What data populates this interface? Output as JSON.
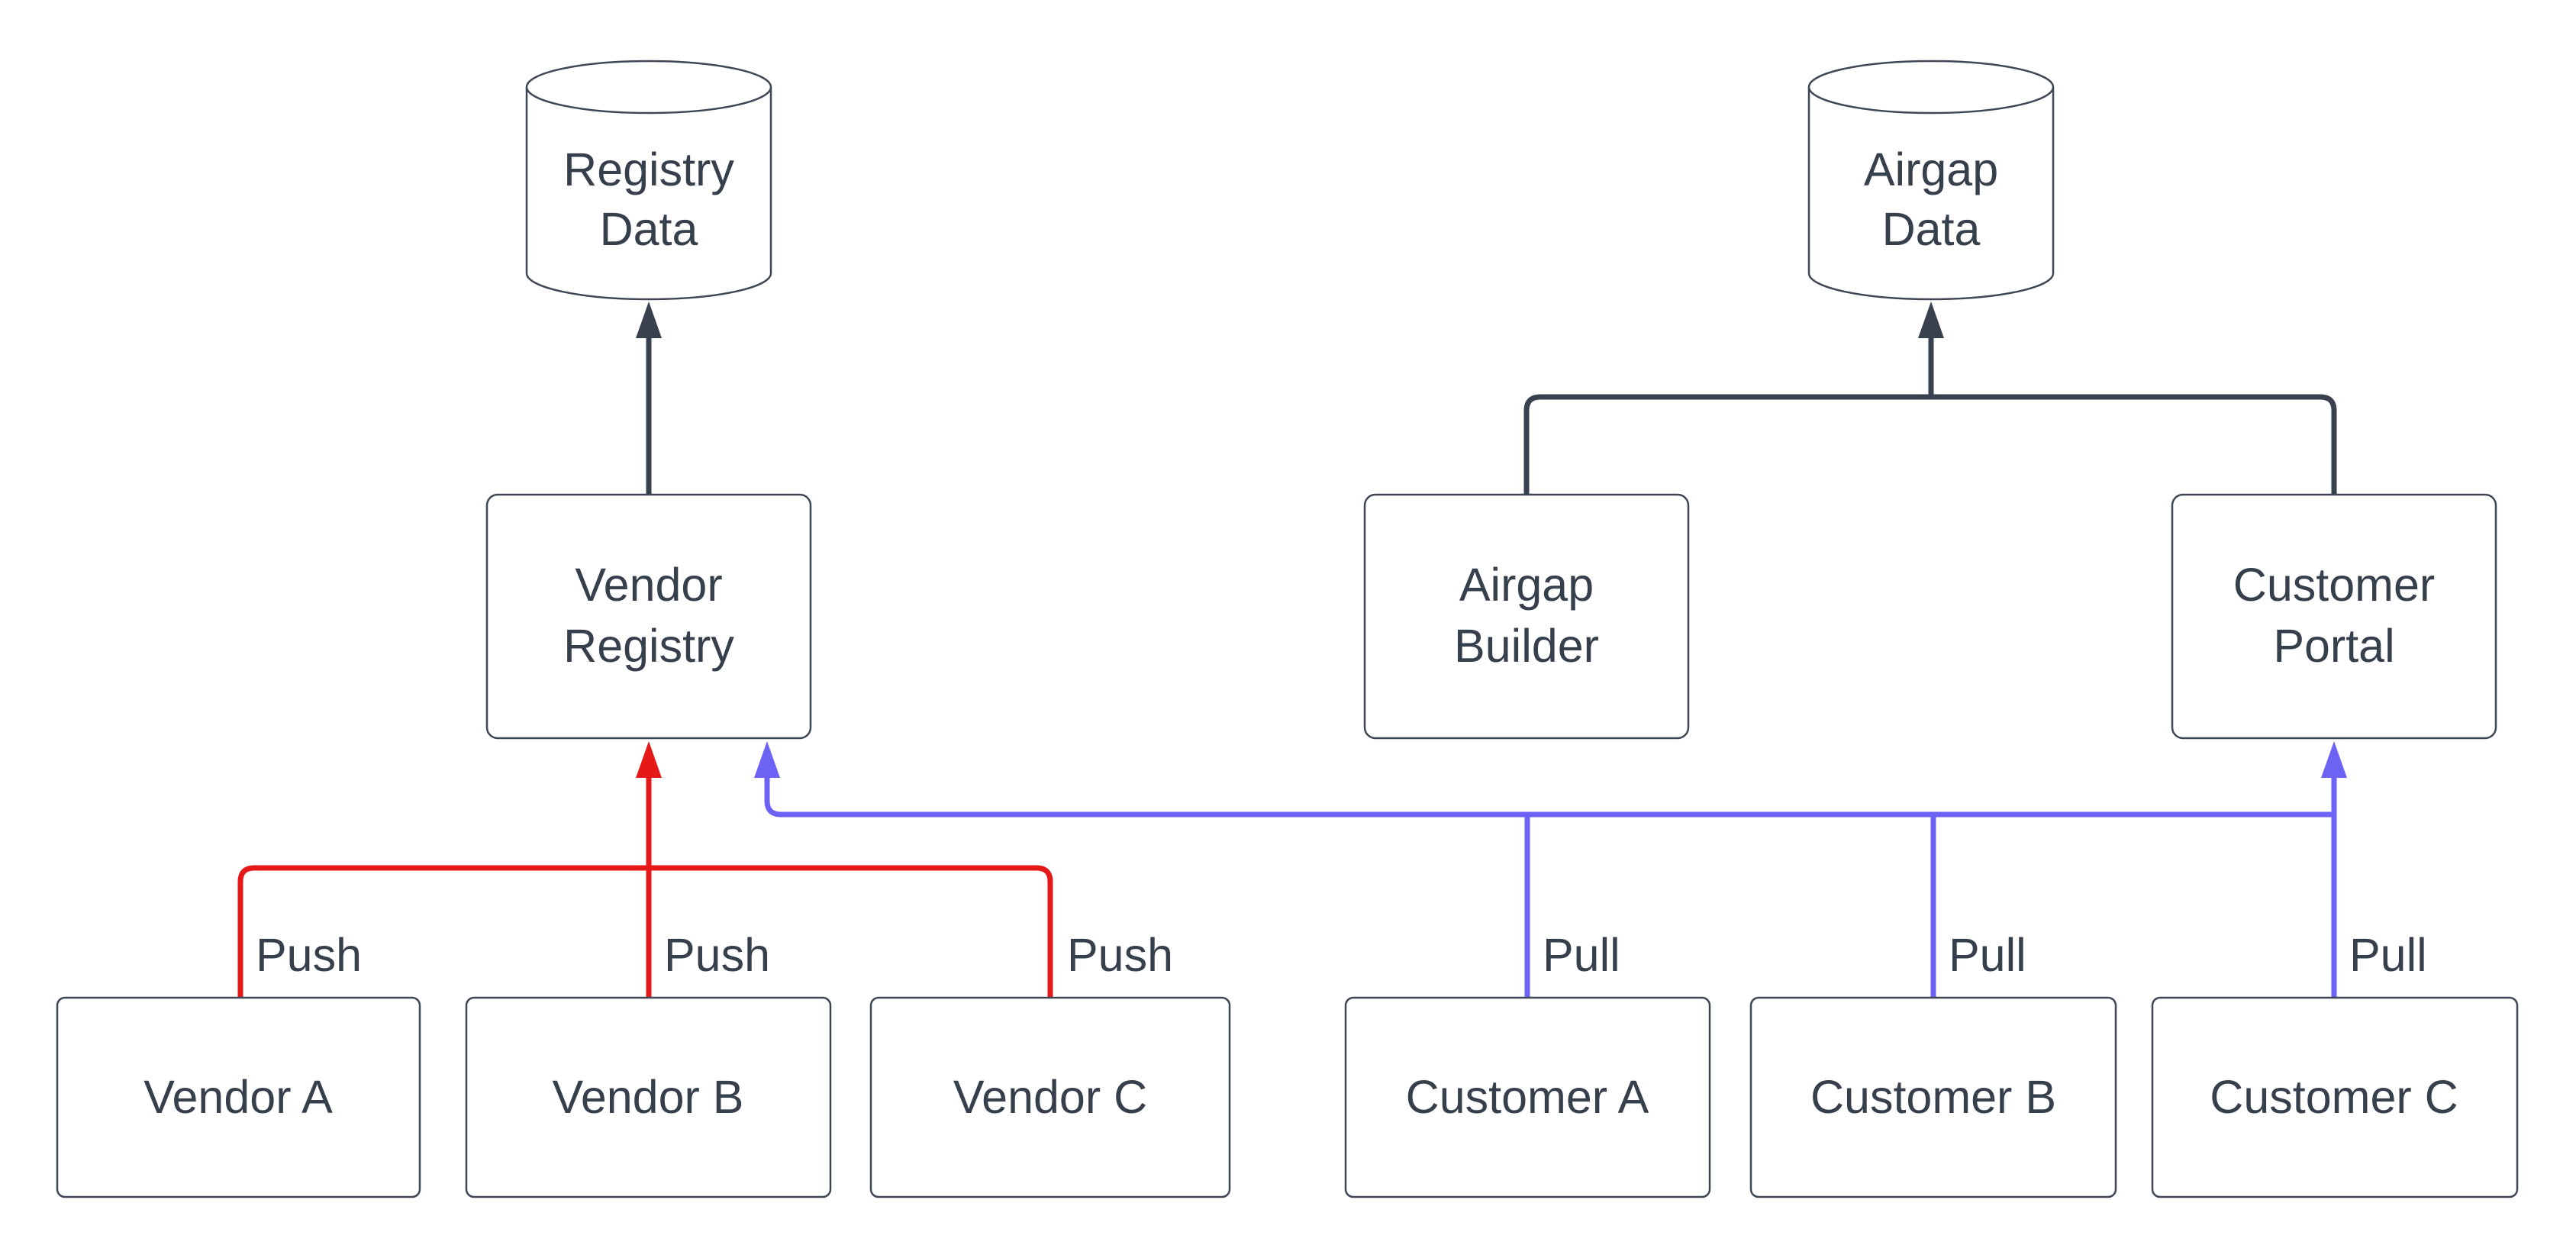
{
  "diagram": {
    "colors": {
      "canvas": "#ffffff",
      "node_fill": "#ffffff",
      "node_border": "#3E4756",
      "text": "#363F4C",
      "flow": "#39414E",
      "push": "#E61919",
      "pull": "#6C63F5"
    },
    "datastores": {
      "registry_data": {
        "line1": "Registry",
        "line2": "Data"
      },
      "airgap_data": {
        "line1": "Airgap",
        "line2": "Data"
      }
    },
    "services": {
      "vendor_registry": {
        "line1": "Vendor",
        "line2": "Registry"
      },
      "airgap_builder": {
        "line1": "Airgap",
        "line2": "Builder"
      },
      "customer_portal": {
        "line1": "Customer",
        "line2": "Portal"
      }
    },
    "clients": {
      "vendor_a": {
        "label": "Vendor A"
      },
      "vendor_b": {
        "label": "Vendor B"
      },
      "vendor_c": {
        "label": "Vendor C"
      },
      "customer_a": {
        "label": "Customer A"
      },
      "customer_b": {
        "label": "Customer B"
      },
      "customer_c": {
        "label": "Customer C"
      }
    },
    "edge_labels": {
      "push": [
        "Push",
        "Push",
        "Push"
      ],
      "pull": [
        "Pull",
        "Pull",
        "Pull"
      ]
    }
  }
}
